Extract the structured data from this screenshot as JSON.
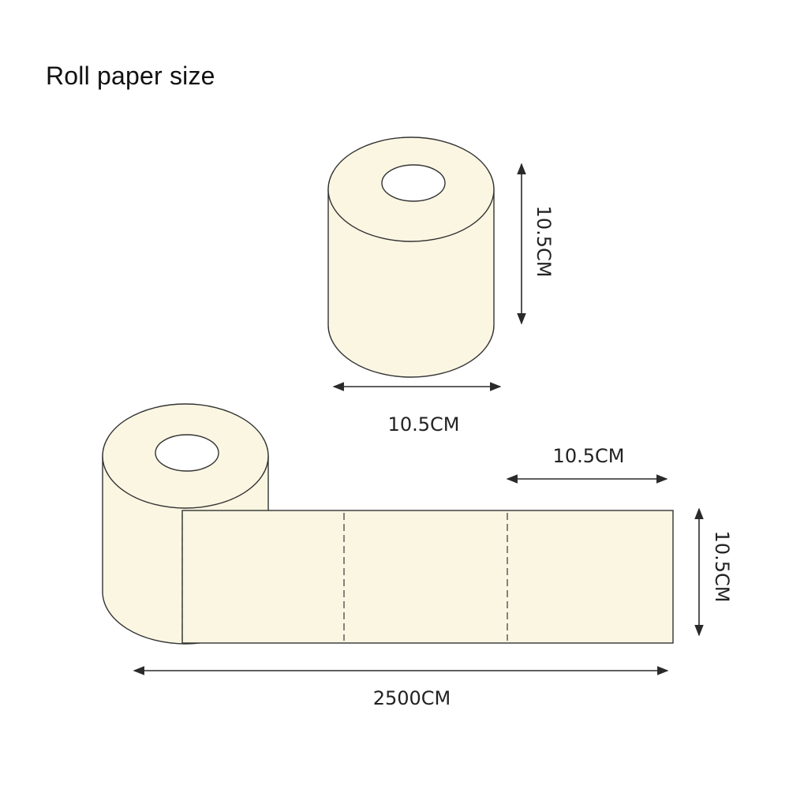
{
  "title": "Roll paper size",
  "colors": {
    "paper": "#FBF6E2",
    "outline": "#333333",
    "arrow": "#2a2a2a",
    "text": "#222222"
  },
  "single_roll": {
    "height_label": "10.5CM",
    "width_label": "10.5CM"
  },
  "unrolled_roll": {
    "sheet_width_label": "10.5CM",
    "sheet_height_label": "10.5CM",
    "total_length_label": "2500CM"
  }
}
